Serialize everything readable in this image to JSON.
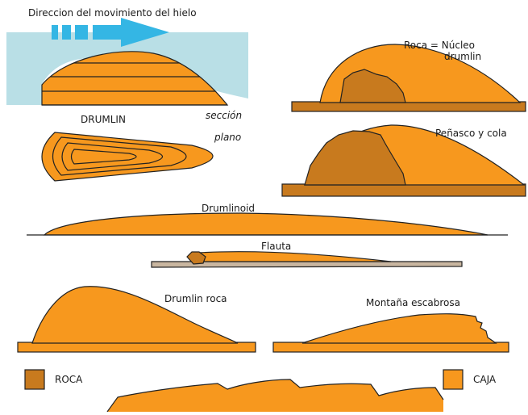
{
  "labels": {
    "ice_flow_direction": "Direccion del movimiento del hielo",
    "section": "sección",
    "plan": "plano",
    "drumlin": "DRUMLIN",
    "rock_core_line1": "Roca = Núcleo",
    "rock_core_line2": "drumlin",
    "crag_and_tail": "Peñasco y cola",
    "drumlinoid": "Drumlinoid",
    "flute": "Flauta",
    "rock_drumlin": "Drumlin roca",
    "rugged_mountain": "Montaña escabrosa"
  },
  "legend": {
    "rock": "ROCA",
    "till": "CAJA"
  },
  "colors": {
    "till": "#F7981E",
    "rock": "#C87A1E",
    "ice": "#B9DFE6",
    "arrow": "#34B6E4",
    "bedrock_flute": "#C9B6A0",
    "outline": "#222222"
  }
}
